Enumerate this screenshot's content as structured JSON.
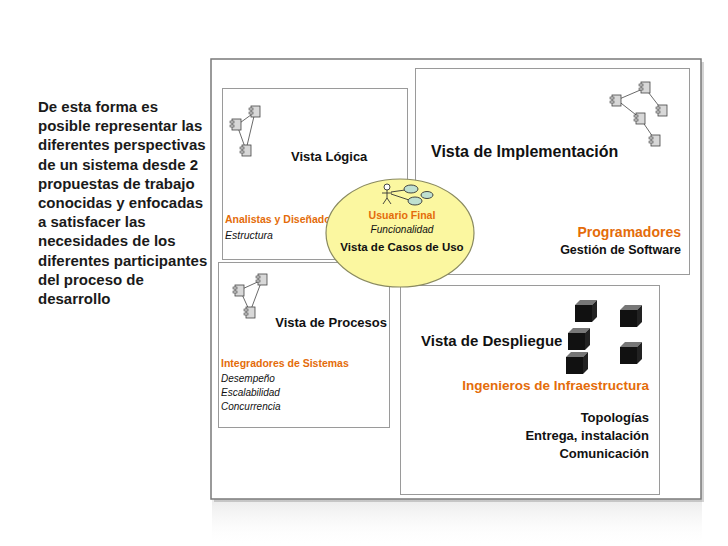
{
  "diagram": {
    "nodes": [
      {
        "text": [
          "Vista Lógica",
          "Analistas y Diseñadores",
          "Estructura"
        ]
      },
      {
        "text": [
          "Vista de Implementación",
          "Programadores",
          "Gestión de Software"
        ]
      },
      {
        "text": [
          "Usuario Final",
          "Funcionalidad",
          "Vista de Casos de Uso"
        ]
      },
      {
        "text": [
          "Vista de Procesos",
          "Integradores de Sistemas",
          "Desempeño",
          "Escalabilidad",
          "Concurrencia"
        ]
      },
      {
        "text": [
          "Vista de Despliegue",
          "Ingenieros de Infraestructura",
          "Topologías",
          "Entrega, instalación",
          "Comunicación"
        ]
      }
    ],
    "labels": [
      "De esta forma es posible representar las diferentes perspectivas de un sistema desde 2 propuestas de trabajo conocidas y enfocadas a satisfacer las necesidades de los diferentes participantes del proceso de desarrollo"
    ]
  }
}
